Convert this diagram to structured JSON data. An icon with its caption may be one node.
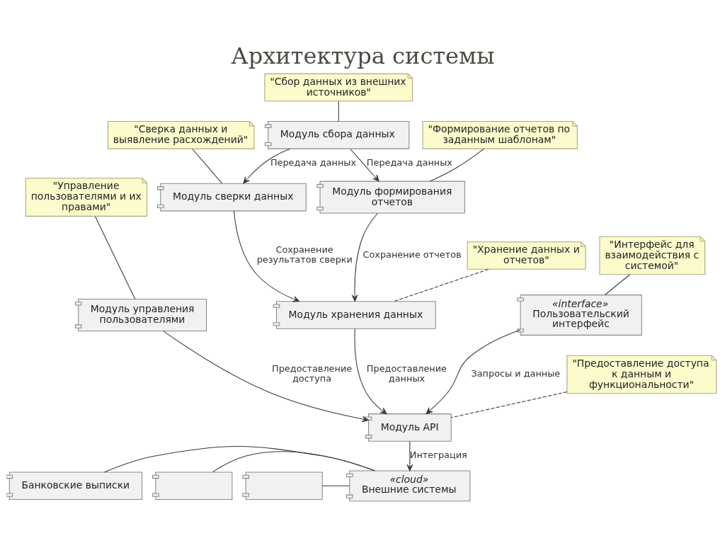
{
  "diagram": {
    "title": "Архитектура системы",
    "nodes": [
      {
        "text": [
          "\"Сбор данных из внешних источников\""
        ]
      },
      {
        "text": [
          "Модуль сбора данных"
        ]
      },
      {
        "text": [
          "\"Сверка данных и выявление расхождений\""
        ]
      },
      {
        "text": [
          "\"Формирование отчетов по заданным шаблонам\""
        ]
      },
      {
        "text": [
          "\"Управление пользователями и их правами\""
        ]
      },
      {
        "text": [
          "Модуль сверки данных"
        ]
      },
      {
        "text": [
          "Модуль формирования отчетов"
        ]
      },
      {
        "text": [
          "\"Хранение данных и отчетов\""
        ]
      },
      {
        "text": [
          "\"Интерфейс для взаимодействия с системой\""
        ]
      },
      {
        "text": [
          "Модуль управления пользователями"
        ]
      },
      {
        "text": [
          "Модуль хранения данных"
        ]
      },
      {
        "text": [
          "«interface»",
          "Пользовательский интерфейс"
        ]
      },
      {
        "text": [
          "\"Предоставление доступа к данным и функциональности\""
        ]
      },
      {
        "text": [
          "Модуль API"
        ]
      },
      {
        "text": [
          "Банковские выписки"
        ]
      },
      {
        "text": [],
        "shape": "box"
      },
      {
        "text": [],
        "shape": "box"
      },
      {
        "text": [
          "«cloud»",
          "Внешние системы"
        ]
      }
    ],
    "edges": [
      {
        "from": 0,
        "to": 1,
        "arrow": "none"
      },
      {
        "from": 1,
        "to": 5,
        "arrow": "to",
        "label": "Передача данных"
      },
      {
        "from": 1,
        "to": 6,
        "arrow": "to",
        "label": "Передача данных"
      },
      {
        "from": 2,
        "to": 5,
        "arrow": "none"
      },
      {
        "from": 3,
        "to": 6,
        "arrow": "none"
      },
      {
        "from": 4,
        "to": 9,
        "arrow": "none"
      },
      {
        "from": 5,
        "to": 10,
        "arrow": "to",
        "label": "Сохранение результатов сверки"
      },
      {
        "from": 6,
        "to": 10,
        "arrow": "to",
        "label": "Сохранение отчетов"
      },
      {
        "from": 7,
        "to": 10,
        "arrow": "none",
        "style": "dashed"
      },
      {
        "from": 8,
        "to": 11,
        "arrow": "none"
      },
      {
        "from": 9,
        "to": 13,
        "arrow": "to",
        "label": "Предоставление доступа"
      },
      {
        "from": 10,
        "to": 13,
        "arrow": "to",
        "label": "Предоставление данных"
      },
      {
        "from": 11,
        "to": 13,
        "arrow": "to",
        "label": "Запросы и данные"
      },
      {
        "from": 12,
        "to": 13,
        "arrow": "none",
        "style": "dashed"
      },
      {
        "from": 13,
        "to": 17,
        "arrow": "to",
        "label": "Интеграция"
      },
      {
        "from": 14,
        "to": 17,
        "arrow": "none"
      },
      {
        "from": 15,
        "to": 17,
        "arrow": "none"
      },
      {
        "from": 16,
        "to": 17,
        "arrow": "none"
      }
    ]
  }
}
